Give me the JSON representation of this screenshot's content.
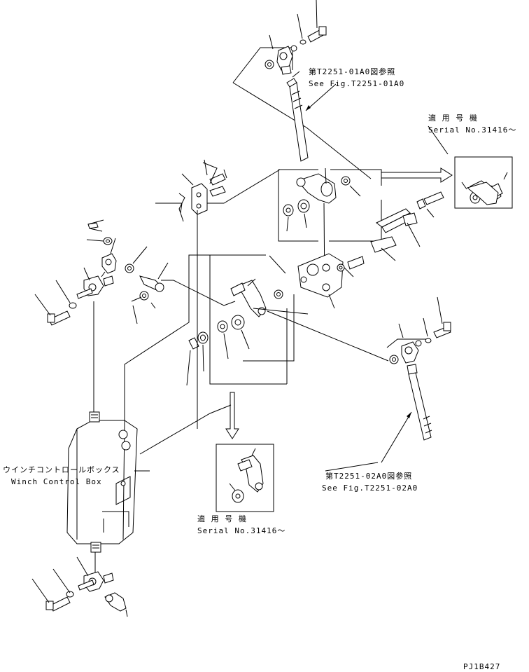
{
  "callouts": {
    "ref_top_jp": "第T2251-01A0図参照",
    "ref_top_en": "See Fig.T2251-01A0",
    "serial_right_jp": "適 用 号 機",
    "serial_right_en": "Serial No.31416〜",
    "winch_jp": "ウインチコントロールボックス",
    "winch_en": "Winch Control Box",
    "ref_bottom_jp": "第T2251-02A0図参照",
    "ref_bottom_en": "See Fig.T2251-02A0",
    "serial_bottom_jp": "適 用 号 機",
    "serial_bottom_en": "Serial No.31416〜",
    "drawing_number": "PJ1B427"
  }
}
